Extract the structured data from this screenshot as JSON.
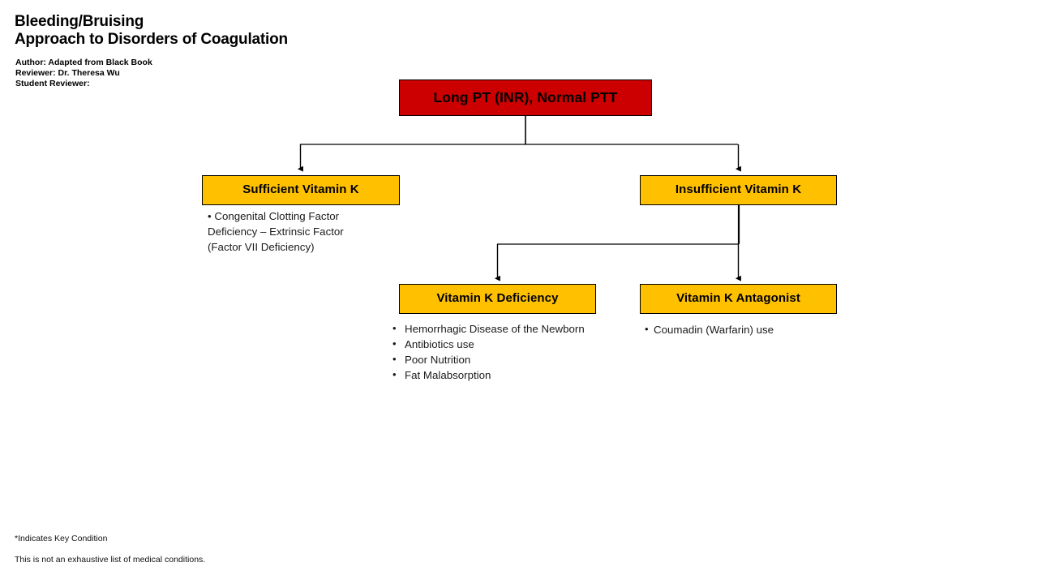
{
  "header": {
    "title_lines": [
      "Bleeding/Bruising",
      "Approach to Disorders of Coagulation"
    ],
    "credits": [
      "Author: Adapted from Black Book",
      "Reviewer: Dr. Theresa Wu",
      "Student Reviewer:"
    ]
  },
  "colors": {
    "root_fill": "#CC0000",
    "branch_fill": "#FFC000",
    "border": "#000000",
    "connector": "#000000",
    "text": "#000000"
  },
  "nodes": {
    "root": {
      "label": "Long PT (INR), Normal PTT"
    },
    "sufficient": {
      "label": "Sufficient Vitamin K"
    },
    "insufficient": {
      "label": "Insufficient Vitamin K"
    },
    "deficiency": {
      "label": "Vitamin K Deficiency"
    },
    "antagonist": {
      "label": "Vitamin K Antagonist"
    }
  },
  "lists": {
    "sufficient_note": {
      "bullet": "•",
      "text": "Congenital Clotting Factor Deficiency – Extrinsic Factor (Factor VII Deficiency)",
      "lines": [
        "• Congenital Clotting Factor",
        "Deficiency – Extrinsic Factor",
        "(Factor VII Deficiency)"
      ]
    },
    "deficiency_causes": {
      "bullet": "•",
      "items": [
        "Hemorrhagic Disease of the Newborn",
        "Antibiotics use",
        "Poor Nutrition",
        "Fat Malabsorption"
      ]
    },
    "antagonist_causes": {
      "bullet": "•",
      "items": [
        "Coumadin (Warfarin) use"
      ]
    }
  },
  "footer": {
    "key_condition": "*Indicates Key Condition",
    "disclaimer": "This is not an exhaustive list of medical conditions."
  }
}
